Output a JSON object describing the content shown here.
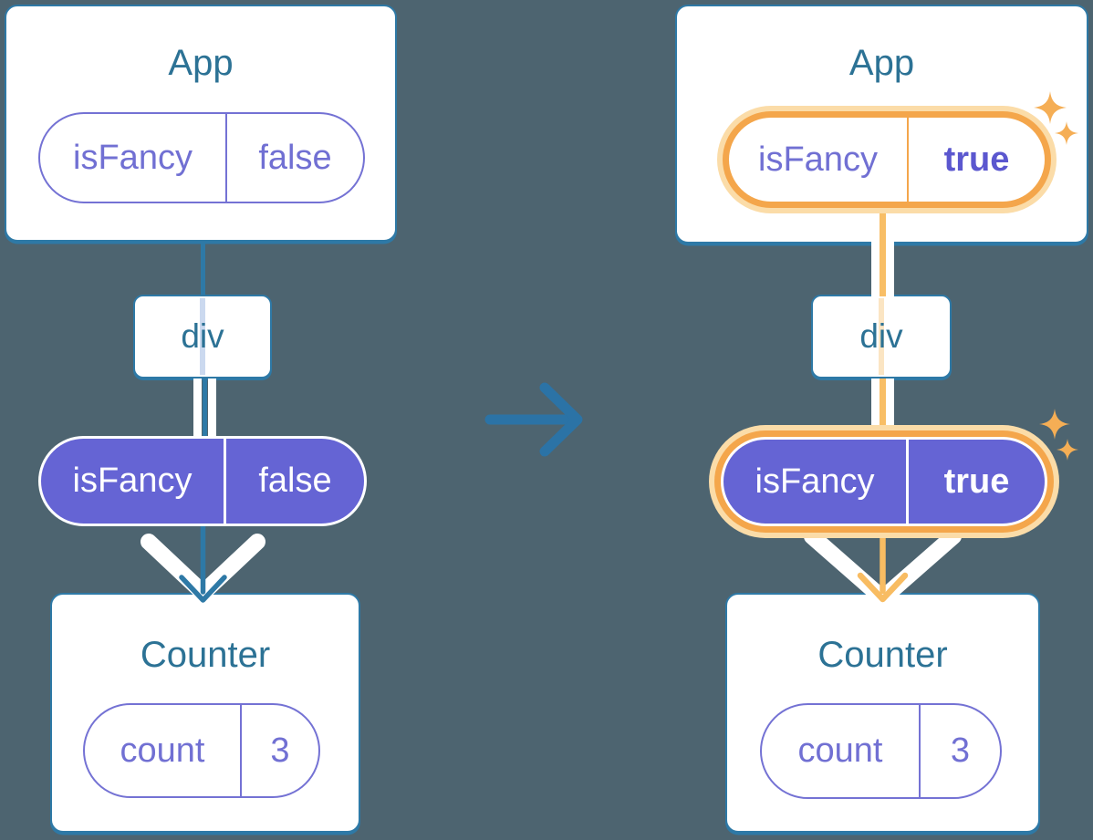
{
  "before": {
    "app": {
      "title": "App",
      "prop_name": "isFancy",
      "prop_value": "false"
    },
    "div_label": "div",
    "passed_prop": {
      "name": "isFancy",
      "value": "false"
    },
    "counter": {
      "title": "Counter",
      "state_name": "count",
      "state_value": "3"
    }
  },
  "after": {
    "app": {
      "title": "App",
      "prop_name": "isFancy",
      "prop_value": "true"
    },
    "div_label": "div",
    "passed_prop": {
      "name": "isFancy",
      "value": "true"
    },
    "counter": {
      "title": "Counter",
      "state_name": "count",
      "state_value": "3"
    }
  },
  "icons": {
    "transition_arrow": "right-arrow",
    "sparkle": "four-point-star"
  },
  "colors": {
    "background": "#4D6470",
    "card_border_teal": "#2E79A6",
    "title_text": "#2C7295",
    "purple_fill": "#6564D4",
    "purple_text": "#7170D3",
    "bold_true_text": "#5B57CF",
    "orange_ring": "#F4A64B",
    "orange_glow": "#FBDCA8",
    "orange_line": "#F8BE66",
    "sparkle": "#F5AE55",
    "ghost_line_blue": "#CBD9EF",
    "ghost_line_peach": "#FBE5C3"
  }
}
